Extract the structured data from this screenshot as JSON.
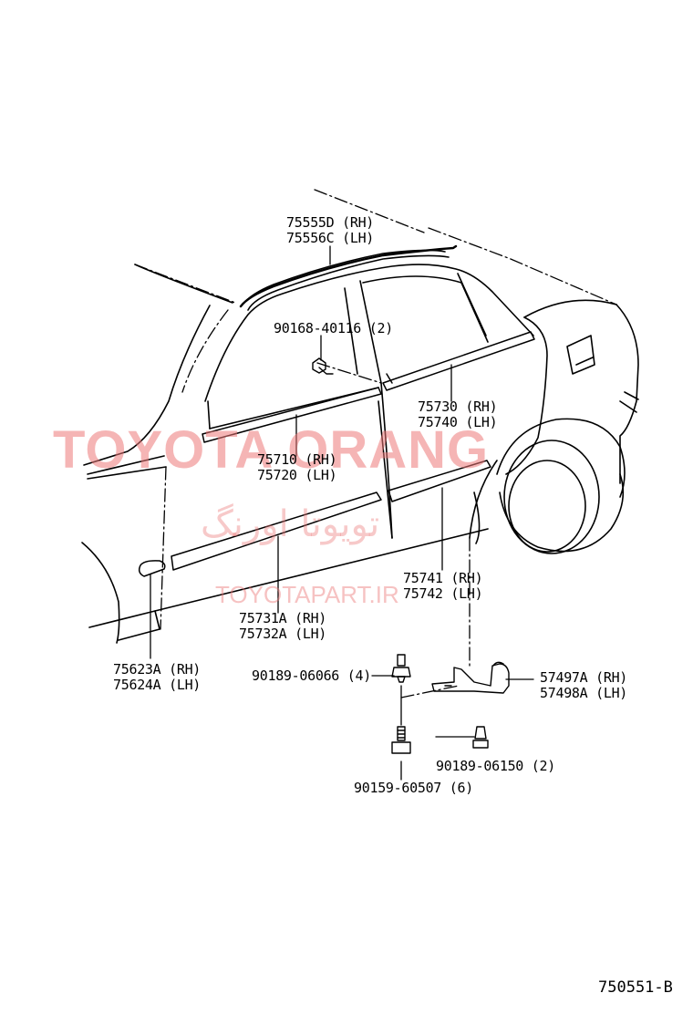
{
  "watermark": {
    "brand": "TOYOTA ORANG",
    "brand_fa": "تویوتا اورنگ",
    "url": "TOYOTAPART.IR",
    "color": "#ec7878"
  },
  "callouts": {
    "roof_molding": [
      "75555D (RH)",
      "75556C (LH)"
    ],
    "clip_90168": [
      "90168-40116 (2)"
    ],
    "rear_belt_molding": [
      "75730 (RH)",
      "75740 (LH)"
    ],
    "front_belt_molding": [
      "75710 (RH)",
      "75720 (LH)"
    ],
    "rear_door_molding": [
      "75741 (RH)",
      "75742 (LH)"
    ],
    "front_door_molding": [
      "75731A (RH)",
      "75732A (LH)"
    ],
    "fender_molding": [
      "75623A (RH)",
      "75624A (LH)"
    ],
    "clip_90189_06066": [
      "90189-06066 (4)"
    ],
    "bracket": [
      "57497A (RH)",
      "57498A (LH)"
    ],
    "clip_90189_06150": [
      "90189-06150 (2)"
    ],
    "screw_90159": [
      "90159-60507 (6)"
    ]
  },
  "diagram_code": "750551-B"
}
